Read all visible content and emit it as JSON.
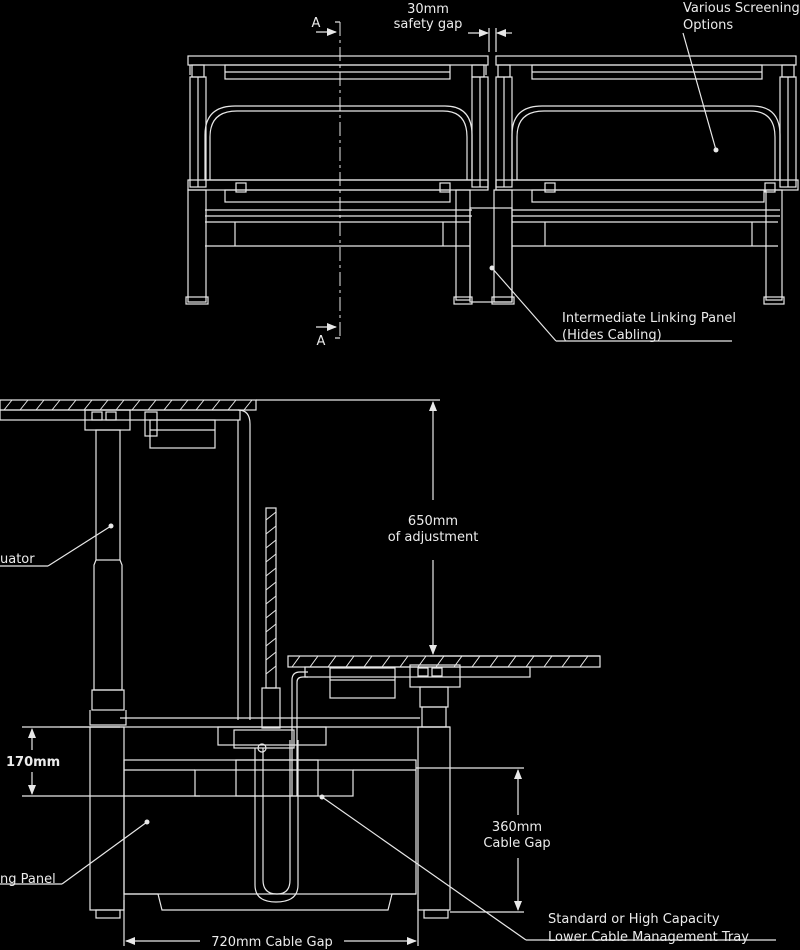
{
  "top_view": {
    "section_marker": "A",
    "safety_gap": [
      "30mm",
      "safety gap"
    ],
    "screening": [
      "Various Screening",
      "Options"
    ],
    "linking_panel": [
      "Intermediate Linking Panel",
      "(Hides Cabling)"
    ]
  },
  "section_view": {
    "adjustment": [
      "650mm",
      "of adjustment"
    ],
    "actuator_fragment": "uator",
    "height_170": "170mm",
    "cable_gap_360": [
      "360mm",
      "Cable Gap"
    ],
    "panel_fragment": "ng Panel",
    "tray": [
      "Standard or High Capacity",
      "Lower Cable Management Tray"
    ],
    "cable_gap_720": "720mm Cable Gap"
  },
  "colors": {
    "background": "#000000",
    "line": "#e8e8e8"
  }
}
